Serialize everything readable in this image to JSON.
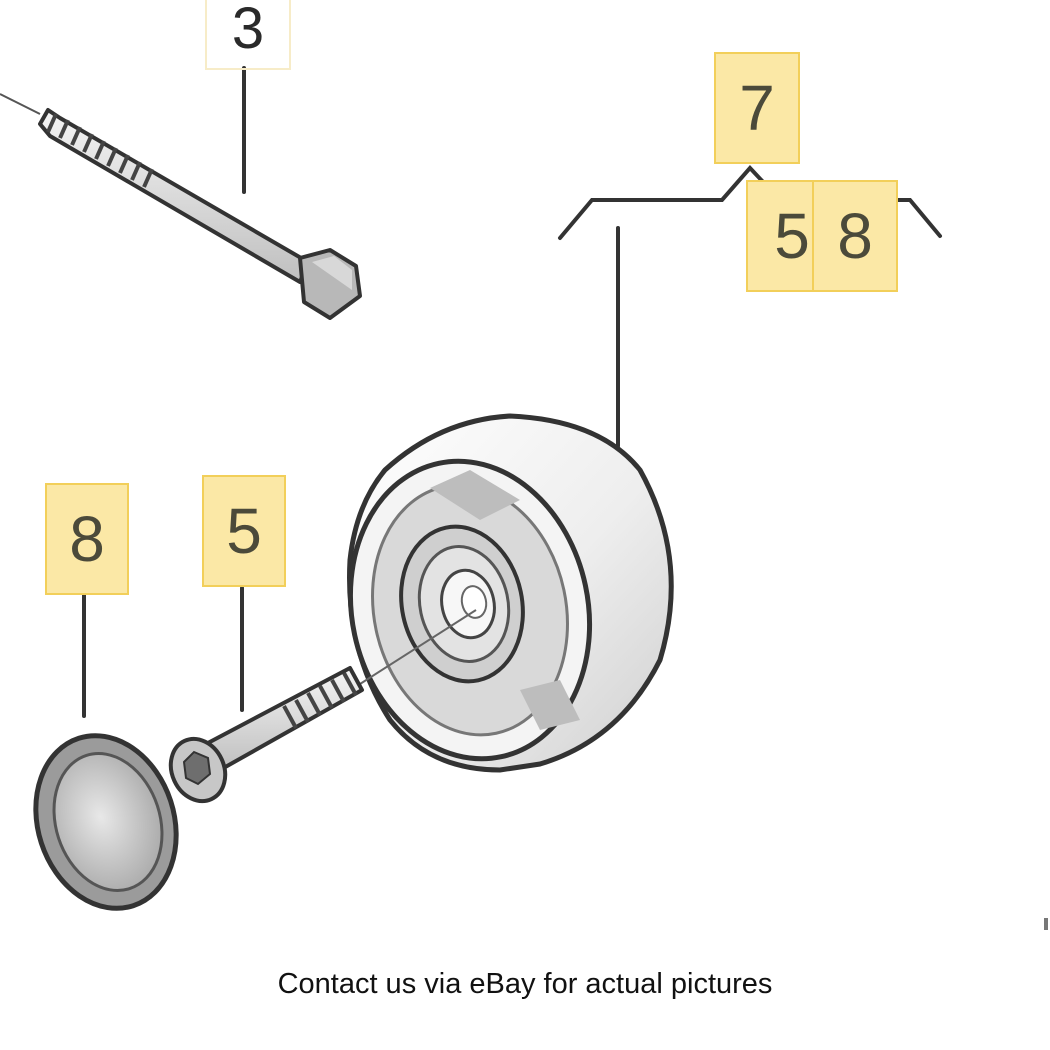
{
  "callouts": {
    "top_bolt": "3",
    "group_bracket": "7",
    "group_item_a": "5",
    "group_separator": ",",
    "group_item_b": "8",
    "washer": "8",
    "center_bolt": "5"
  },
  "footer": {
    "text": "Contact us via eBay for actual pictures"
  },
  "colors": {
    "highlight": "#fbe8a6",
    "highlight_border": "#f2cf5a",
    "line": "#333333",
    "pulley_face": "#f1f1f1",
    "pulley_shadow": "#bdbdbd"
  }
}
